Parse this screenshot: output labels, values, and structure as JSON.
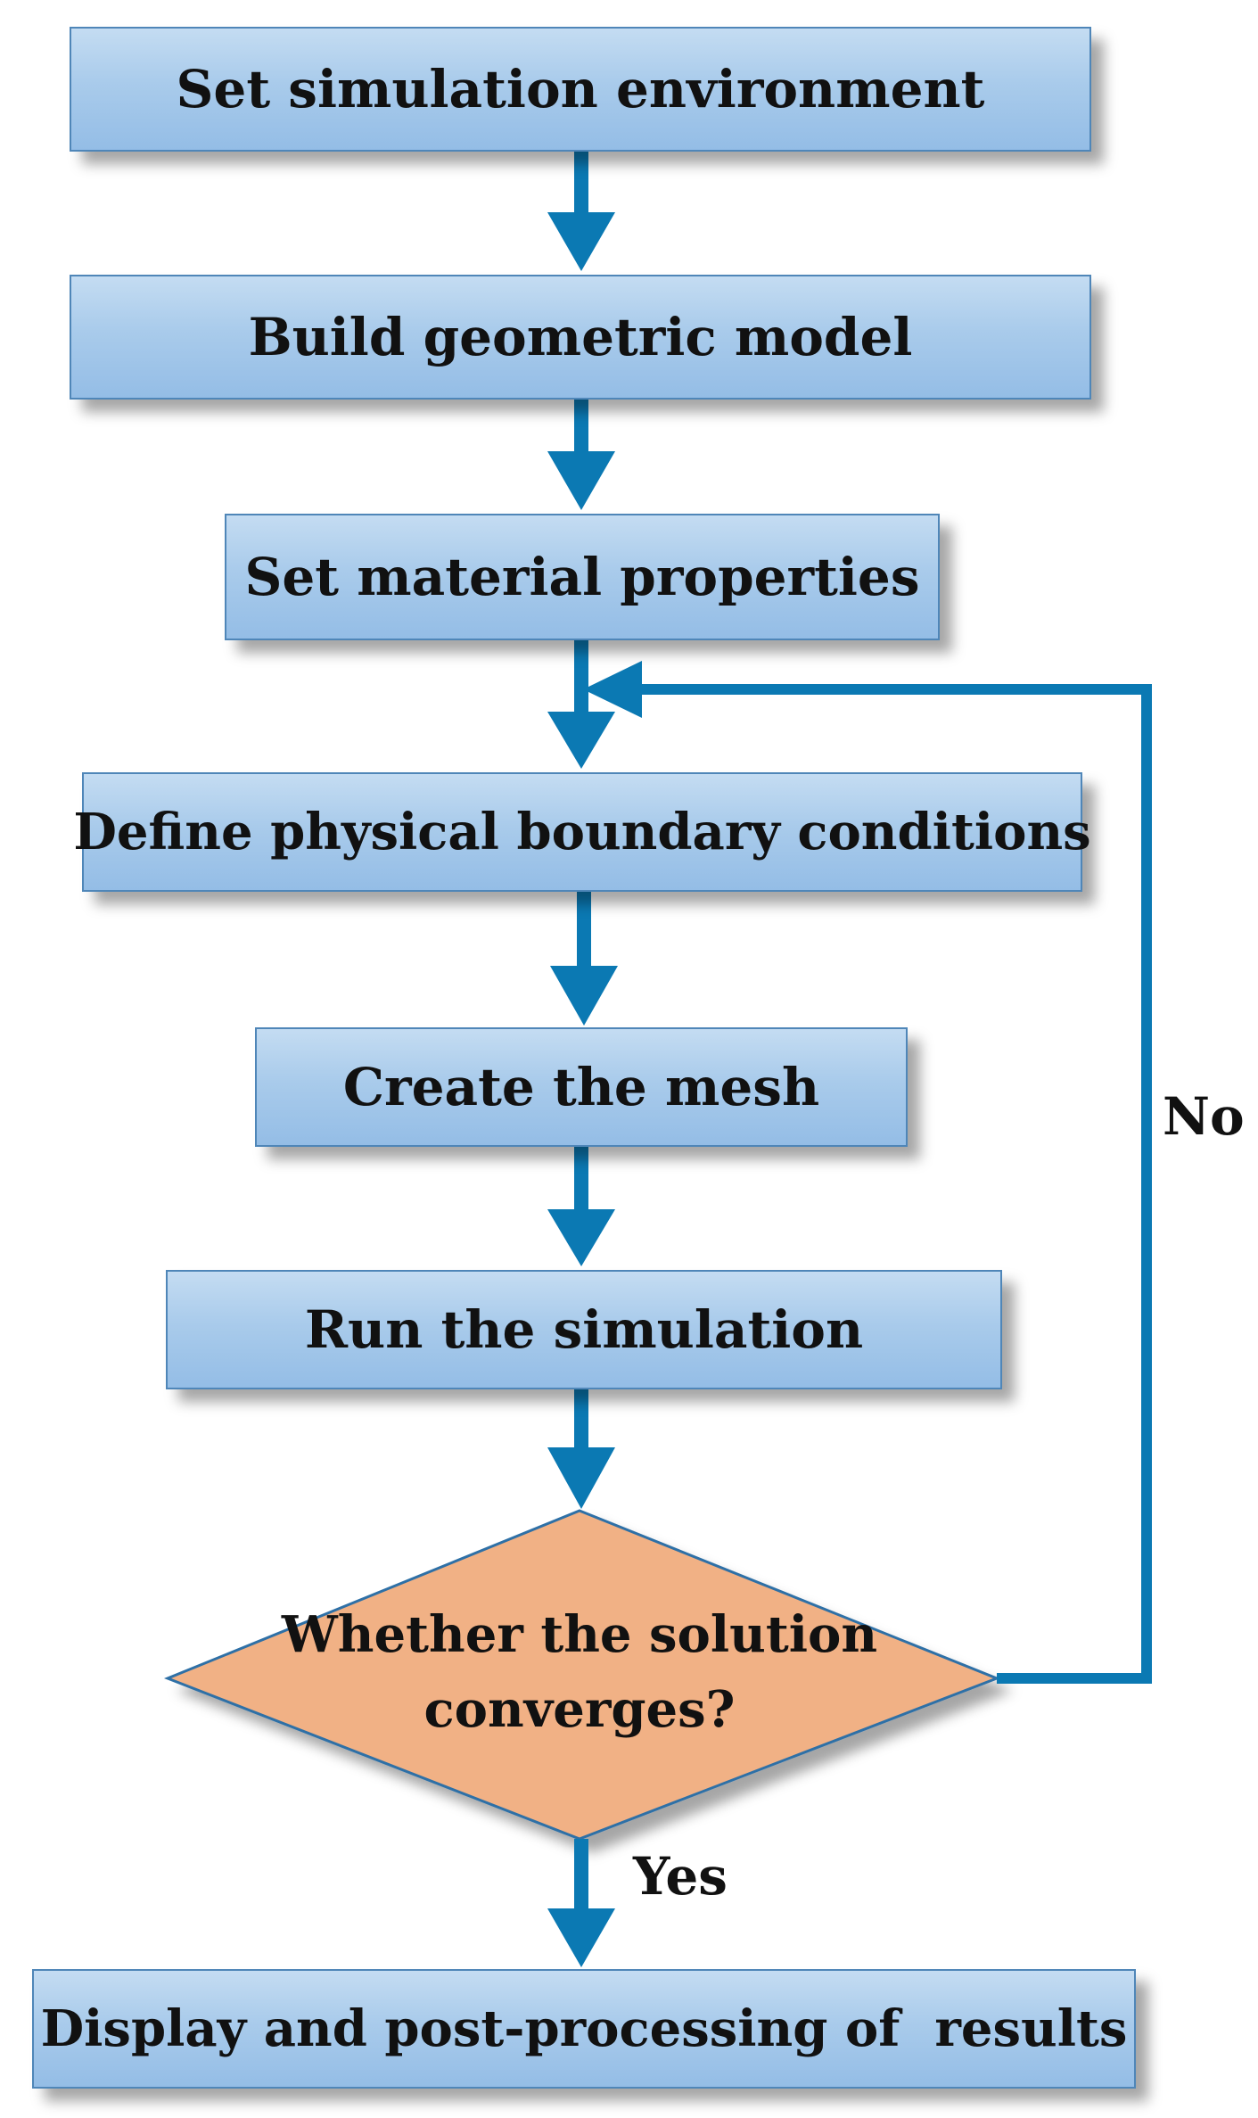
{
  "steps": [
    {
      "id": "set-simulation-environment",
      "label": "Set simulation environment"
    },
    {
      "id": "build-geometric-model",
      "label": "Build geometric model"
    },
    {
      "id": "set-material-properties",
      "label": "Set material properties"
    },
    {
      "id": "define-physical-boundary-conditions",
      "label": "Define physical boundary conditions"
    },
    {
      "id": "create-the-mesh",
      "label": "Create the mesh"
    },
    {
      "id": "run-the-simulation",
      "label": "Run the simulation"
    }
  ],
  "decision": {
    "line1": "Whether the solution",
    "line2": "converges?"
  },
  "final_step": {
    "label": "Display and post-processing of  results"
  },
  "branch_labels": {
    "no": "No",
    "yes": "Yes"
  },
  "colors": {
    "box_fill": "#a9cbeb",
    "box_border": "#4f86b8",
    "arrow": "#0b79b3",
    "decision_fill": "#f1b185",
    "decision_border": "#2f6fa6",
    "text": "#111111"
  }
}
